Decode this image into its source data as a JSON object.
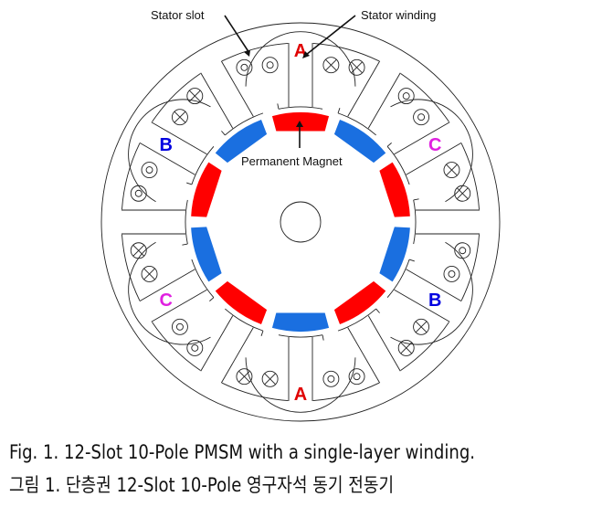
{
  "diagram": {
    "slots": 12,
    "poles": 10,
    "labels": {
      "stator_slot": "Stator slot",
      "stator_winding": "Stator winding",
      "permanent_magnet": "Permanent Magnet"
    },
    "phases": [
      {
        "name": "A",
        "color": "#e00000"
      },
      {
        "name": "C",
        "color": "#e020e0"
      },
      {
        "name": "B",
        "color": "#0000e0"
      },
      {
        "name": "C",
        "color": "#e020e0"
      },
      {
        "name": "B",
        "color": "#0000e0"
      },
      {
        "name": "A",
        "color": "#e00000"
      }
    ],
    "magnet_colors": {
      "north": "#ff0000",
      "south": "#1a6fe0"
    }
  },
  "caption": {
    "english": "Fig.  1. 12-Slot 10-Pole PMSM with a single-layer winding.",
    "korean": "그림 1. 단층권 12-Slot 10-Pole 영구자석 동기 전동기"
  }
}
